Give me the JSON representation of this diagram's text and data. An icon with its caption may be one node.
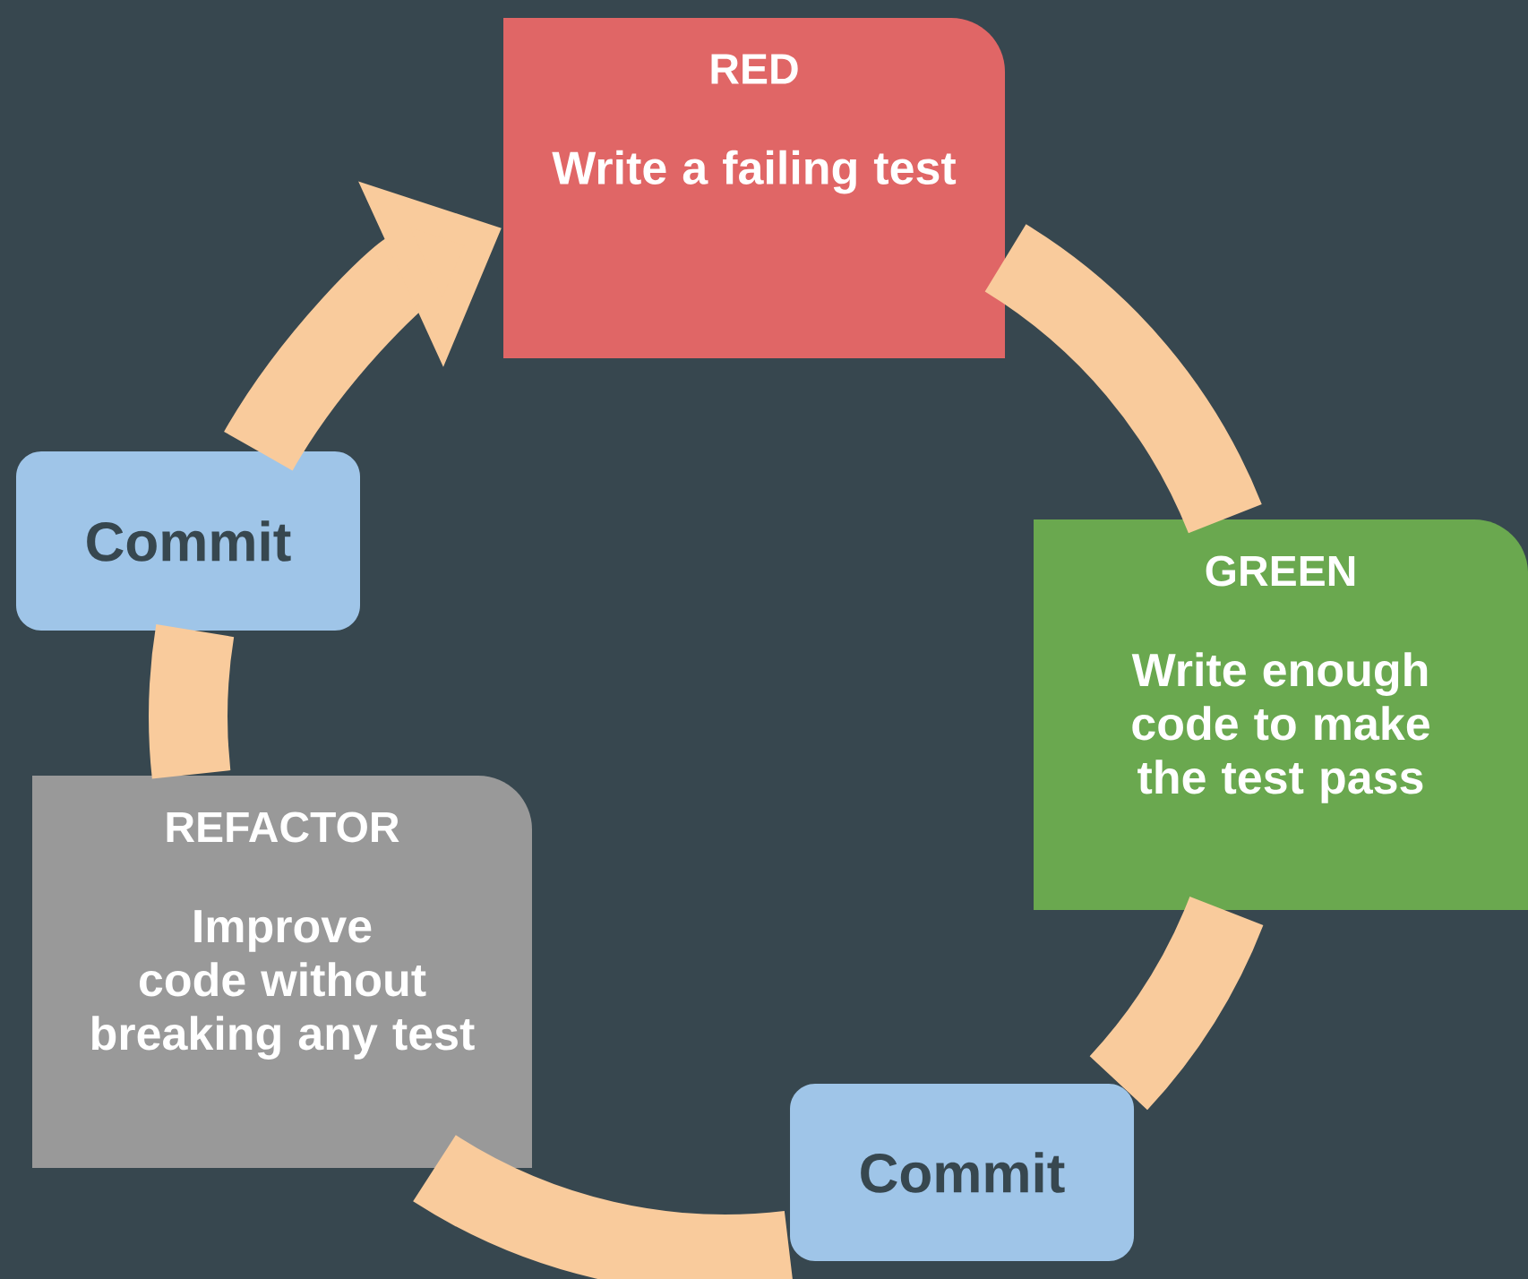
{
  "diagram": {
    "nodes": [
      {
        "text": [
          "RED",
          "Write a failing test"
        ]
      },
      {
        "text": [
          "GREEN",
          "Write enough code to make the test pass"
        ]
      },
      {
        "text": [
          "Commit"
        ]
      },
      {
        "text": [
          "REFACTOR",
          "Improve code without breaking any test"
        ]
      },
      {
        "text": [
          "Commit"
        ]
      }
    ],
    "edges": [
      {
        "from": 0,
        "to": 1,
        "arrow": "none"
      },
      {
        "from": 1,
        "to": 2,
        "arrow": "none"
      },
      {
        "from": 2,
        "to": 3,
        "arrow": "none"
      },
      {
        "from": 3,
        "to": 4,
        "arrow": "none"
      },
      {
        "from": 4,
        "to": 0,
        "arrow": "to"
      }
    ]
  }
}
